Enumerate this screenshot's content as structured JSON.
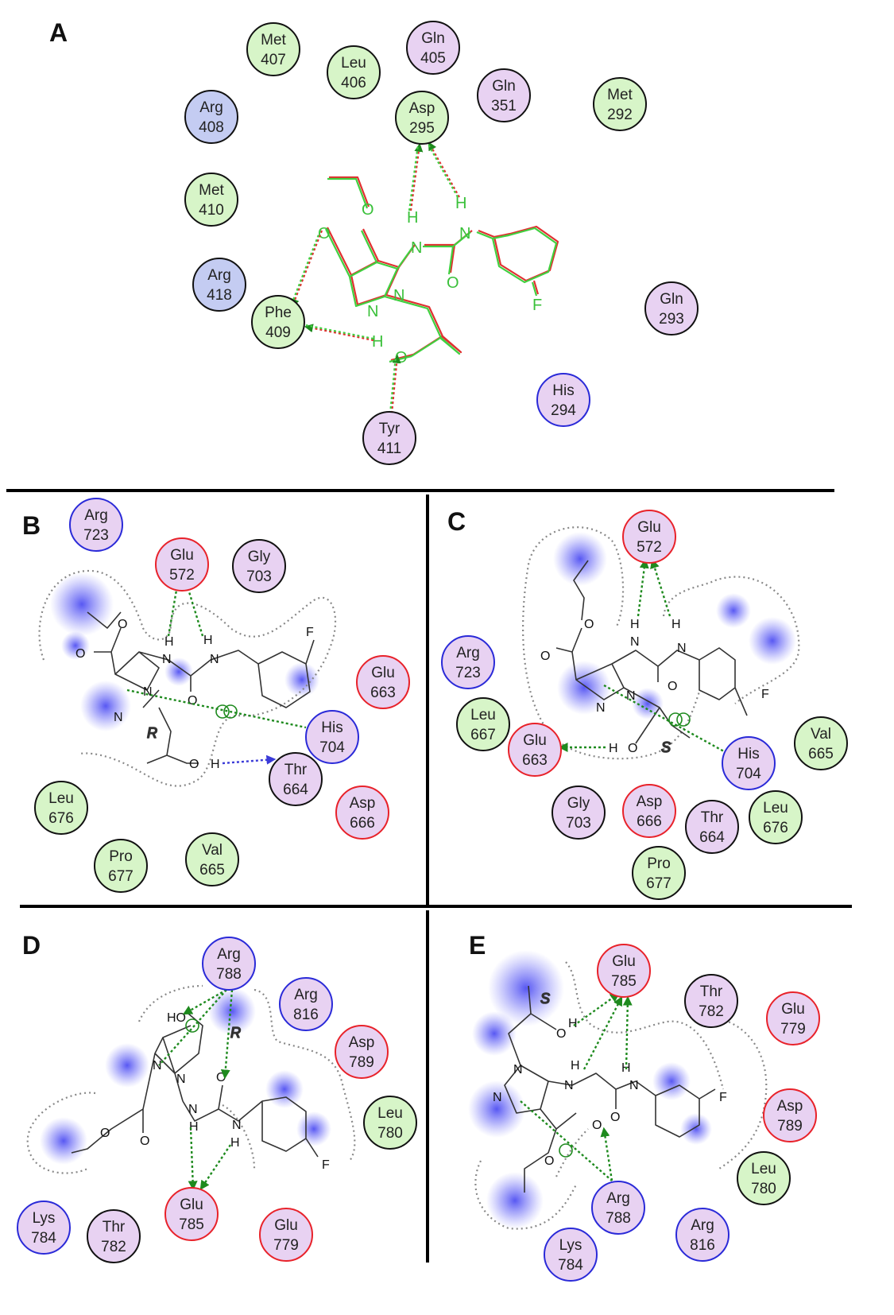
{
  "colors": {
    "hydrophobic": "#d7f5c8",
    "polar": "#e8d2f2",
    "basic": "#c4ccf2",
    "acidic_ring": "#e8222a",
    "basic_ring": "#2a2ad8",
    "neutral_ring": "#111111",
    "hbond": "#1e8a1e",
    "ligand_red": "#e03030",
    "ligand_green": "#40d040",
    "halo": "#3a3af0"
  },
  "panels": {
    "A": {
      "label": "A",
      "residues": [
        {
          "name": "Met",
          "num": "407"
        },
        {
          "name": "Leu",
          "num": "406"
        },
        {
          "name": "Gln",
          "num": "405"
        },
        {
          "name": "Gln",
          "num": "351"
        },
        {
          "name": "Met",
          "num": "292"
        },
        {
          "name": "Arg",
          "num": "408"
        },
        {
          "name": "Asp",
          "num": "295"
        },
        {
          "name": "Met",
          "num": "410"
        },
        {
          "name": "Arg",
          "num": "418"
        },
        {
          "name": "Phe",
          "num": "409"
        },
        {
          "name": "Gln",
          "num": "293"
        },
        {
          "name": "His",
          "num": "294"
        },
        {
          "name": "Tyr",
          "num": "411"
        }
      ],
      "atoms": [
        "O",
        "O",
        "H",
        "N",
        "H",
        "N",
        "O",
        "N",
        "N",
        "F",
        "H",
        "O"
      ]
    },
    "B": {
      "label": "B",
      "residues": [
        {
          "name": "Arg",
          "num": "723"
        },
        {
          "name": "Glu",
          "num": "572"
        },
        {
          "name": "Gly",
          "num": "703"
        },
        {
          "name": "Glu",
          "num": "663"
        },
        {
          "name": "His",
          "num": "704"
        },
        {
          "name": "Thr",
          "num": "664"
        },
        {
          "name": "Asp",
          "num": "666"
        },
        {
          "name": "Leu",
          "num": "676"
        },
        {
          "name": "Pro",
          "num": "677"
        },
        {
          "name": "Val",
          "num": "665"
        }
      ],
      "atoms": [
        "O",
        "O",
        "H",
        "N",
        "H",
        "N",
        "O",
        "N",
        "N",
        "F",
        "O",
        "H"
      ],
      "stereo": "R"
    },
    "C": {
      "label": "C",
      "residues": [
        {
          "name": "Glu",
          "num": "572"
        },
        {
          "name": "Arg",
          "num": "723"
        },
        {
          "name": "Leu",
          "num": "667"
        },
        {
          "name": "Glu",
          "num": "663"
        },
        {
          "name": "His",
          "num": "704"
        },
        {
          "name": "Val",
          "num": "665"
        },
        {
          "name": "Gly",
          "num": "703"
        },
        {
          "name": "Asp",
          "num": "666"
        },
        {
          "name": "Thr",
          "num": "664"
        },
        {
          "name": "Leu",
          "num": "676"
        },
        {
          "name": "Pro",
          "num": "677"
        }
      ],
      "atoms": [
        "O",
        "O",
        "H",
        "N",
        "H",
        "N",
        "O",
        "N",
        "N",
        "F",
        "H",
        "O"
      ],
      "stereo": "S"
    },
    "D": {
      "label": "D",
      "residues": [
        {
          "name": "Arg",
          "num": "788"
        },
        {
          "name": "Arg",
          "num": "816"
        },
        {
          "name": "Asp",
          "num": "789"
        },
        {
          "name": "Leu",
          "num": "780"
        },
        {
          "name": "Lys",
          "num": "784"
        },
        {
          "name": "Thr",
          "num": "782"
        },
        {
          "name": "Glu",
          "num": "785"
        },
        {
          "name": "Glu",
          "num": "779"
        }
      ],
      "atoms": [
        "HO",
        "N",
        "N",
        "O",
        "O",
        "O",
        "N",
        "H",
        "N",
        "H",
        "F"
      ],
      "stereo": "R"
    },
    "E": {
      "label": "E",
      "residues": [
        {
          "name": "Glu",
          "num": "785"
        },
        {
          "name": "Thr",
          "num": "782"
        },
        {
          "name": "Glu",
          "num": "779"
        },
        {
          "name": "Asp",
          "num": "789"
        },
        {
          "name": "Leu",
          "num": "780"
        },
        {
          "name": "Arg",
          "num": "788"
        },
        {
          "name": "Lys",
          "num": "784"
        },
        {
          "name": "Arg",
          "num": "816"
        }
      ],
      "atoms": [
        "H",
        "O",
        "N",
        "N",
        "N",
        "H",
        "N",
        "H",
        "O",
        "O",
        "O",
        "F"
      ],
      "stereo": "S"
    }
  }
}
